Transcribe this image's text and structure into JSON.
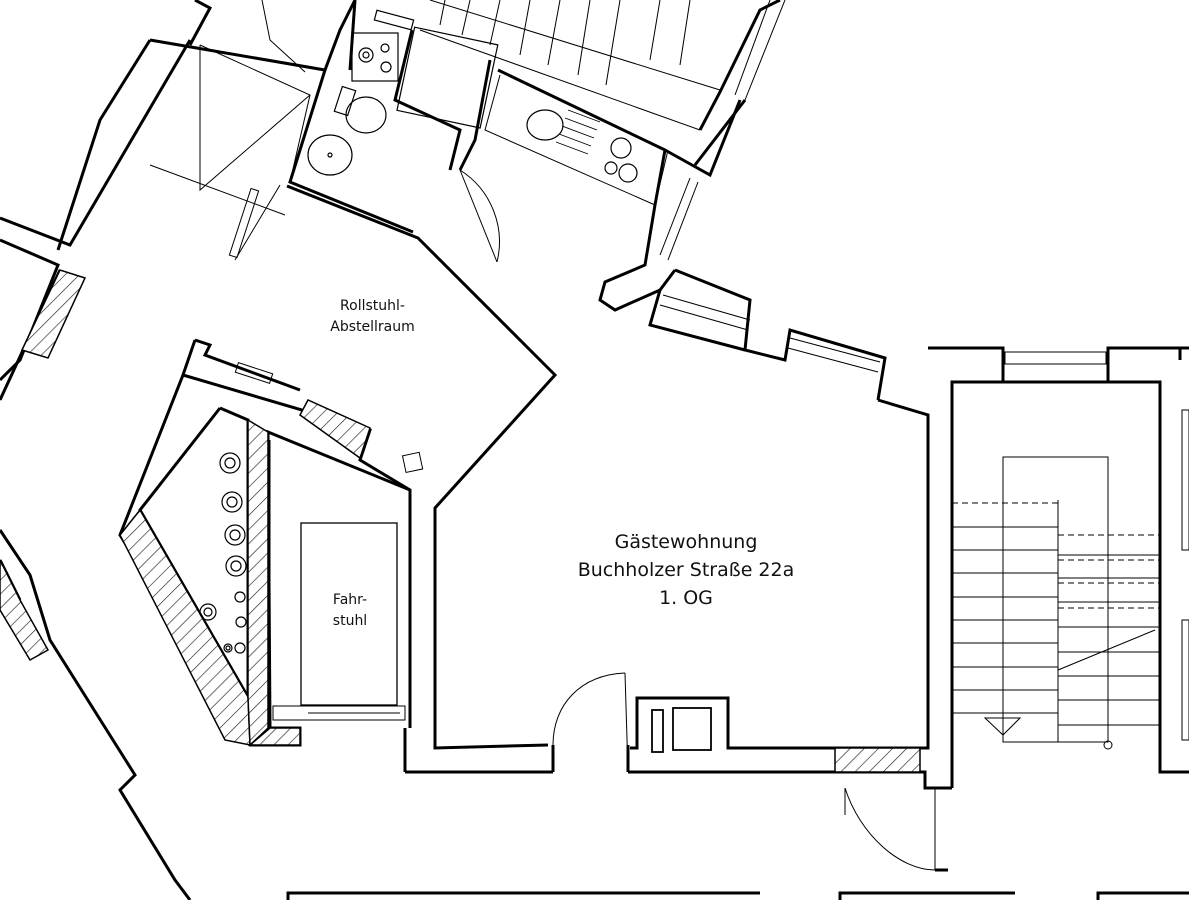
{
  "plan": {
    "labels": {
      "rollstuhl_line1": "Rollstuhl-",
      "rollstuhl_line2": "Abstellraum",
      "fahrstuhl_line1": "Fahr-",
      "fahrstuhl_line2": "stuhl",
      "guest_line1": "Gästewohnung",
      "guest_line2": "Buchholzer Straße 22a",
      "guest_line3": "1. OG"
    }
  }
}
